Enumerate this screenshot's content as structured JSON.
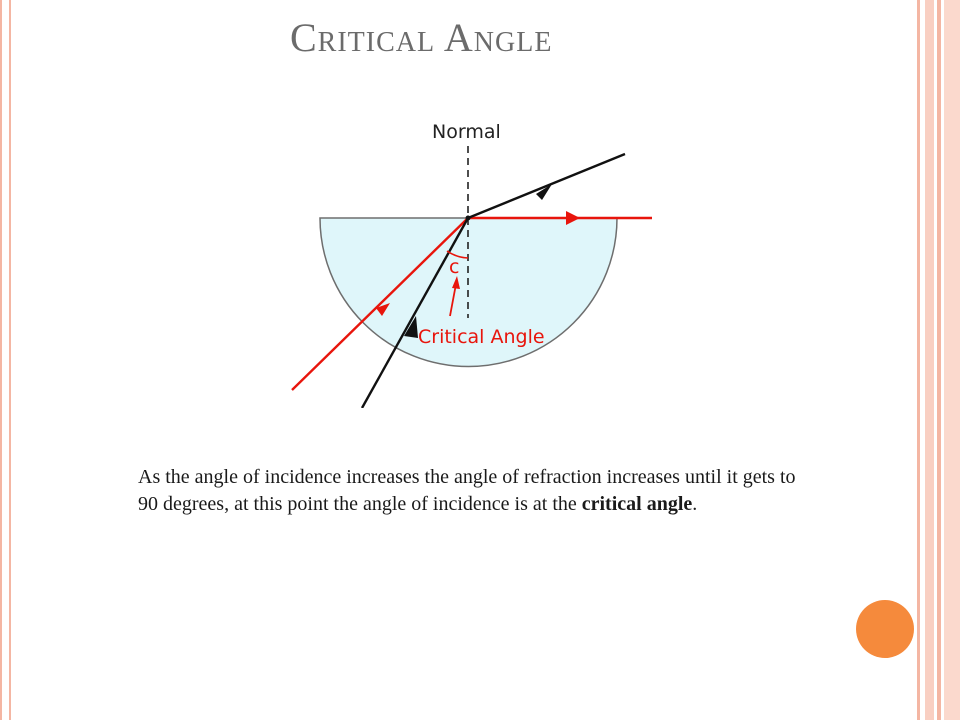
{
  "slide": {
    "title": "Critical Angle",
    "body": {
      "text_before": "As the angle of incidence increases the angle of refraction increases until it gets to 90 degrees, at this point the angle of incidence is at the ",
      "emphasis": "critical angle",
      "text_after": "."
    }
  },
  "diagram": {
    "normal_label": "Normal",
    "angle_symbol": "c",
    "angle_label": "Critical Angle"
  },
  "colors": {
    "frame": "#f4b6a3",
    "accent_dot": "#f58a3c",
    "medium_fill": "#dff6fa",
    "red_ray": "#e8150c",
    "black_ray": "#111111"
  }
}
